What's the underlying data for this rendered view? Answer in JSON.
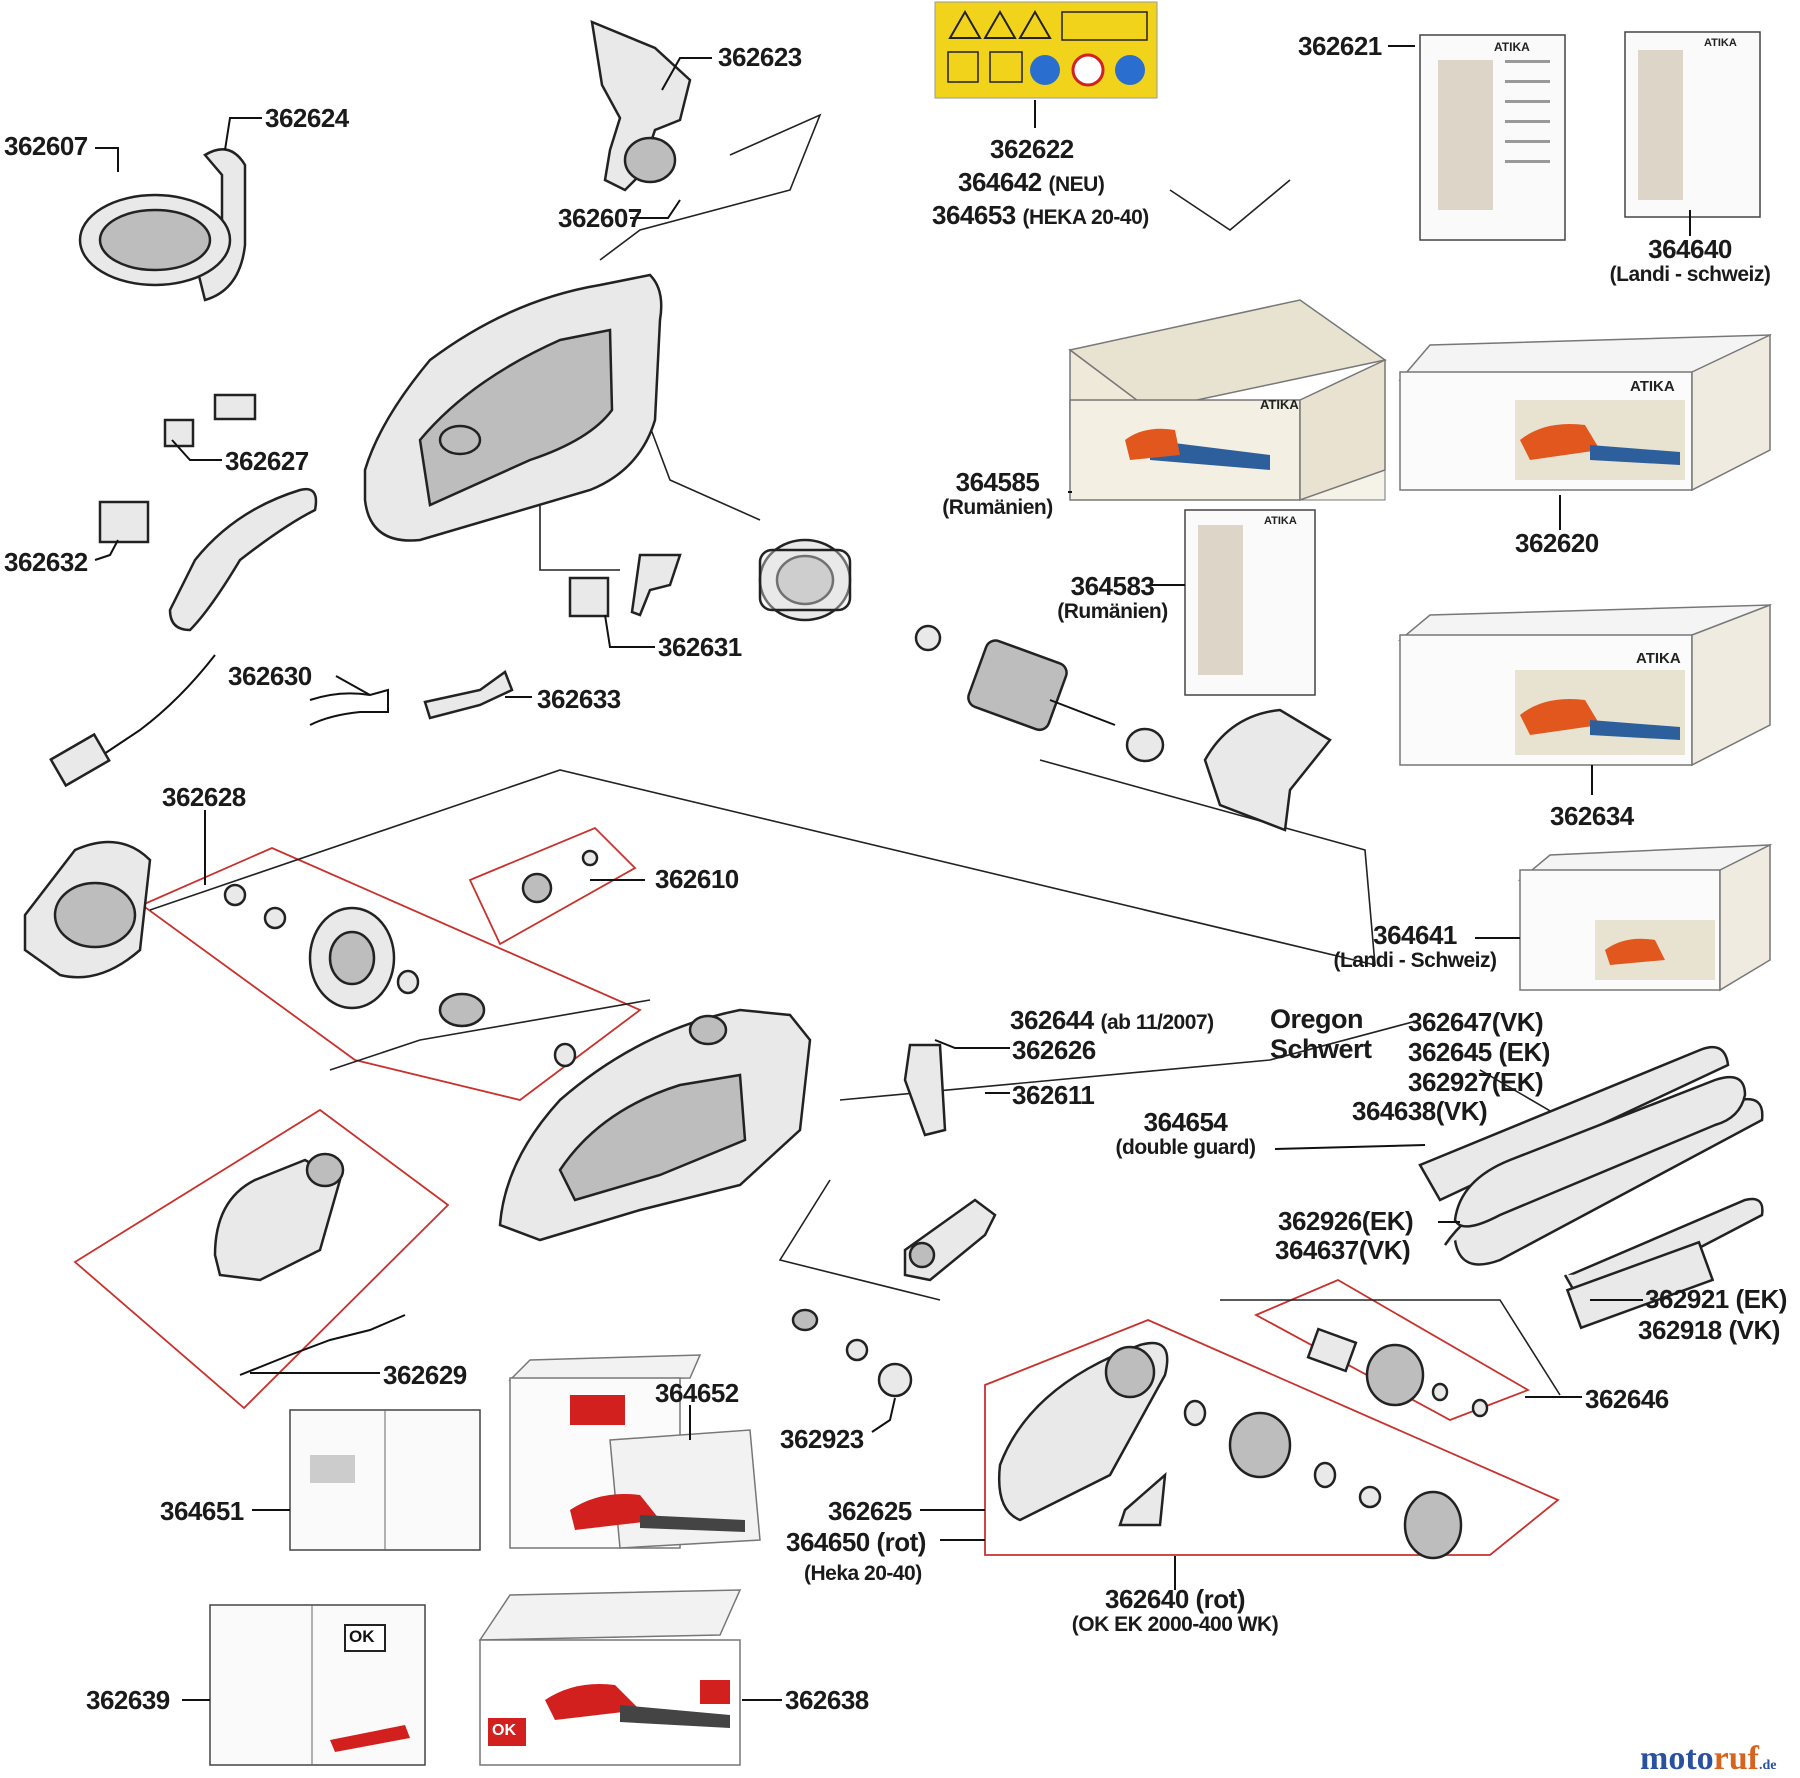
{
  "labels": {
    "p362607a": "362607",
    "p362624": "362624",
    "p362623": "362623",
    "p362607b": "362607",
    "p362622": "362622",
    "p364642": "364642",
    "p364642_note": "(NEU)",
    "p364653": "364653",
    "p364653_note": "(HEKA 20-40)",
    "p362621": "362621",
    "p364640": "364640",
    "p364640_note": "(Landi - schweiz)",
    "p362627": "362627",
    "p362632": "362632",
    "p364585": "364585",
    "p364585_note": "(Rumänien)",
    "p362620": "362620",
    "p364583": "364583",
    "p364583_note": "(Rumänien)",
    "p362631": "362631",
    "p362630": "362630",
    "p362633": "362633",
    "p362634": "362634",
    "p362628": "362628",
    "p362610": "362610",
    "p364641": "364641",
    "p364641_note": "(Landi - Schweiz)",
    "p362644": "362644",
    "p362644_note": "(ab 11/2007)",
    "oregon_l1": "Oregon",
    "oregon_l2": "Schwert",
    "p362647": "362647(VK)",
    "p362645": "362645 (EK)",
    "p362927": "362927(EK)",
    "p364638": "364638(VK)",
    "p362626": "362626",
    "p362611": "362611",
    "p364654": "364654",
    "p364654_note": "(double guard)",
    "p362926": "362926(EK)",
    "p364637": "364637(VK)",
    "p362921": "362921 (EK)",
    "p362918": "362918 (VK)",
    "p362629": "362629",
    "p364652": "364652",
    "p362923": "362923",
    "p362646": "362646",
    "p364651": "364651",
    "p362625": "362625",
    "p364650": "364650 (rot)",
    "p364650_note": "(Heka 20-40)",
    "p362640": "362640 (rot)",
    "p362640_note": "(OK EK 2000-400 WK)",
    "p362639": "362639",
    "p362638": "362638"
  },
  "packaging": {
    "brand_atika": "ATIKA",
    "brand_ok": "OK"
  },
  "watermark": {
    "part1": "moto",
    "part2": "ruf",
    "suffix": ".de"
  },
  "colors": {
    "callout_box": "#c8322d",
    "warning_label": "#f2d31b",
    "chainsaw_orange": "#e2571e",
    "box_red": "#d2201e",
    "watermark_blue": "#2a50a0",
    "watermark_orange": "#d7641e"
  }
}
